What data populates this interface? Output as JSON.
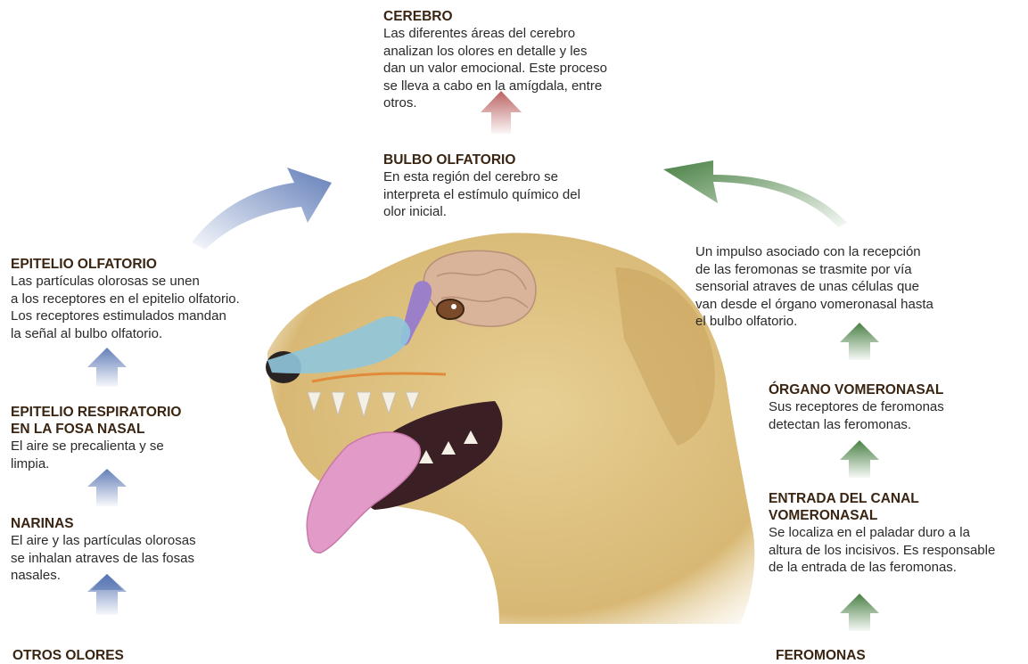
{
  "cerebro": {
    "title": "CEREBRO",
    "body": "Las diferentes áreas del cerebro\nanalizan los olores en detalle y les\ndan un valor emocional. Este proceso\nse lleva a cabo en la amígdala, entre\notros."
  },
  "bulbo": {
    "title": "BULBO OLFATORIO",
    "body": "En esta región del cerebro se\ninterpreta el estímulo químico del\nolor inicial."
  },
  "epitelio_olfatorio": {
    "title": "EPITELIO OLFATORIO",
    "body": "Las partículas olorosas se unen\na los receptores en el epitelio olfatorio.\nLos receptores estimulados mandan\nla señal al bulbo olfatorio."
  },
  "epitelio_respiratorio": {
    "title": "EPITELIO RESPIRATORIO\nEN LA FOSA NASAL",
    "body": "El aire se precalienta y se\nlimpia."
  },
  "narinas": {
    "title": "NARINAS",
    "body": "El aire y las partículas olorosas\nse inhalan atraves de las fosas\nnasales."
  },
  "otros_olores": {
    "label": "OTROS OLORES"
  },
  "impulso": {
    "body": "Un impulso asociado con la recepción\nde las feromonas se trasmite por vía\nsensorial atraves de unas células que\nvan desde el órgano vomeronasal hasta\nel bulbo olfatorio."
  },
  "organo": {
    "title": "ÓRGANO VOMERONASAL",
    "body": "Sus receptores de feromonas\ndetectan las feromonas."
  },
  "entrada": {
    "title": "ENTRADA DEL CANAL\nVOMERONASAL",
    "body": "Se localiza en el paladar duro a la\naltura de los incisivos. Es responsable\nde la entrada de las feromonas."
  },
  "feromonas": {
    "label": "FEROMONAS"
  },
  "colors": {
    "blue_arrow": "#5b78b5",
    "green_arrow": "#3f7a3a",
    "red_arrow": "#b85a5a",
    "title": "#3a2412",
    "fur": "#dcbf7a",
    "brain": "#d9b49a",
    "nasal": "#8fc6dc",
    "tongue": "#e29ac8"
  }
}
